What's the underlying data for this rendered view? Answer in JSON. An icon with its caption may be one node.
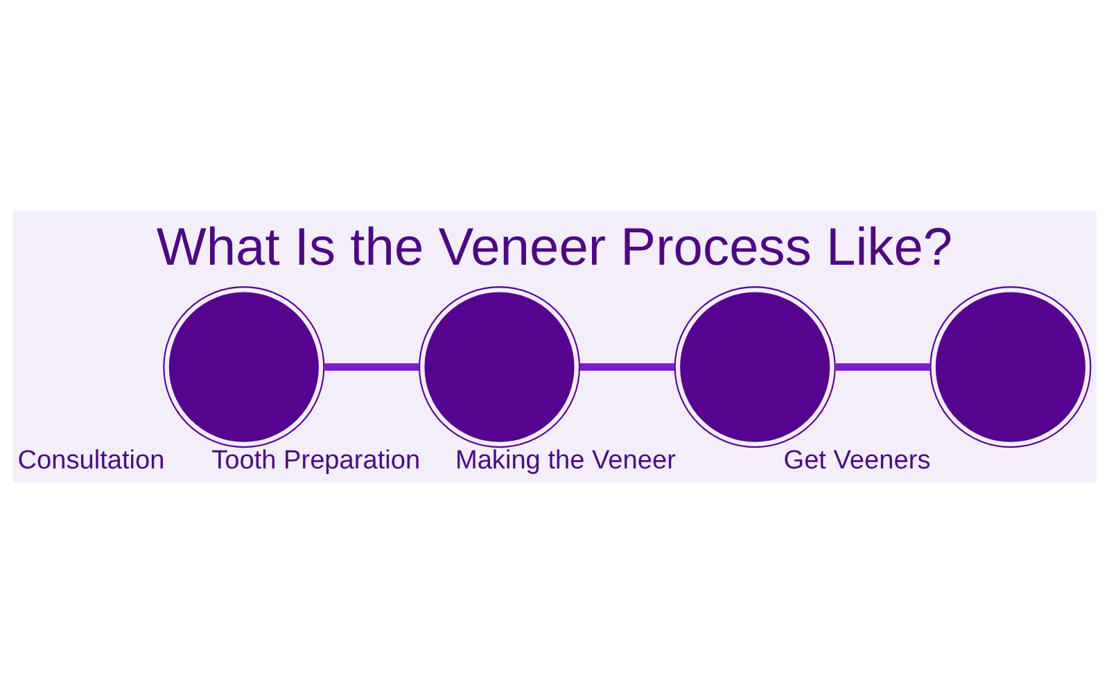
{
  "diagram": {
    "title": "What Is the Veneer Process Like?",
    "nodes": [
      {
        "text": [
          "Consultation"
        ]
      },
      {
        "text": [
          "Tooth Preparation"
        ]
      },
      {
        "text": [
          "Making the Veneer"
        ]
      },
      {
        "text": [
          "Get Veeners"
        ]
      }
    ],
    "edges": [
      {
        "from": 0,
        "to": 1,
        "arrow": "none"
      },
      {
        "from": 1,
        "to": 2,
        "arrow": "none"
      },
      {
        "from": 2,
        "to": 3,
        "arrow": "none"
      }
    ]
  }
}
